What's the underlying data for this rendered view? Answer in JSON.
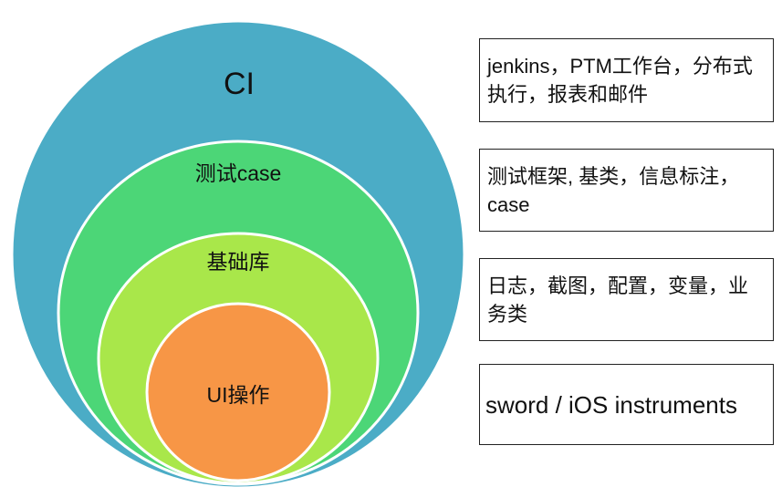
{
  "layers": [
    {
      "label": "CI",
      "color": "#4bacc6"
    },
    {
      "label": "测试case",
      "color": "#4cd677"
    },
    {
      "label": "基础库",
      "color": "#a9e74a"
    },
    {
      "label": "UI操作",
      "color": "#f79646"
    }
  ],
  "descriptions": [
    {
      "text": "jenkins，PTM工作台，分布式执行，报表和邮件"
    },
    {
      "text": "测试框架, 基类，信息标注，case"
    },
    {
      "text": "日志，截图，配置，变量，业务类"
    },
    {
      "text": "sword / iOS instruments"
    }
  ]
}
